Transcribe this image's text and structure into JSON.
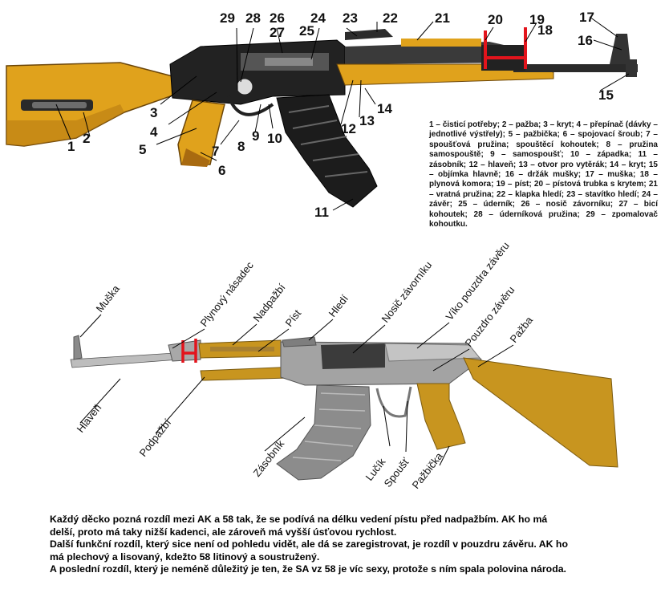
{
  "top_diagram": {
    "numbers": [
      "1",
      "2",
      "3",
      "4",
      "5",
      "6",
      "7",
      "8",
      "9",
      "10",
      "11",
      "12",
      "13",
      "14",
      "15",
      "16",
      "17",
      "18",
      "19",
      "20",
      "21",
      "22",
      "23",
      "24",
      "25",
      "26",
      "27",
      "28",
      "29"
    ],
    "legend": "1 – čisticí potřeby; 2 – pažba; 3 – kryt; 4 – přepínač (dávky – jednotlivé výstřely); 5 – pažbička; 6 – spojovací šroub; 7 – spoušťová pružina; spouštěcí kohoutek; 8 – pružina samospouště; 9 – samospoušť; 10 – západka; 11 – zásobník; 12 – hlaveň; 13 – otvor pro vytěrák; 14 – kryt; 15 – objímka hlavně; 16 – držák mušky; 17 – muška; 18 – plynová komora; 19 – píst; 20 – pístová trubka s krytem; 21 – vratná pružina; 22 – klapka hledí; 23 – stavítko hledí; 24 – závěr; 25 – úderník; 26 – nosič závorníku; 27 – bicí kohoutek; 28 – úderníková pružina; 29 – zpomalovač kohoutku."
  },
  "bottom_diagram": {
    "labels": {
      "muska": "Muška",
      "plynovy_nasadec": "Plynový násadec",
      "nadpazbi": "Nadpažbí",
      "pist": "Píst",
      "hledi": "Hledí",
      "nosic_zavorniku": "Nosič závorníku",
      "viko_pouzdra_zaveru": "Víko pouzdra závěru",
      "pouzdro_zaveru": "Pouzdro závěru",
      "pazba": "Pažba",
      "hlaven": "Hlaveň",
      "podpazbi": "Podpažbí",
      "zasobnik": "Zásobník",
      "lucik": "Lučík",
      "spoust": "Spoušť",
      "pazbicka": "Pažbička"
    }
  },
  "caption_lines": [
    "Každý děcko pozná rozdíl mezi AK a 58 tak, že se podívá na délku vedení pístu před nadpažbím. AK ho má",
    "delší, proto má taky nižší kadenci, ale zároveň má vyšší úsťovou rychlost.",
    "Další funkční rozdíl, který sice není od pohledu vidět, ale dá se zaregistrovat, je rozdíl v pouzdru závěru. AK ho",
    "má plechový a lisovaný, kdežto 58 litinový a soustružený.",
    "A poslední rozdíl, který je neméně důležitý je ten, že SA vz 58 je víc sexy, protože s ním spala polovina národa."
  ],
  "colors": {
    "wood": "#e0a21c",
    "wood_dark": "#a86a10",
    "metal_dark": "#1e1e1e",
    "metal_mid": "#6b6b6b",
    "highlight_red": "#e3141c",
    "vz58_gray": "#9a9a9a",
    "vz58_stock": "#c8951f"
  }
}
